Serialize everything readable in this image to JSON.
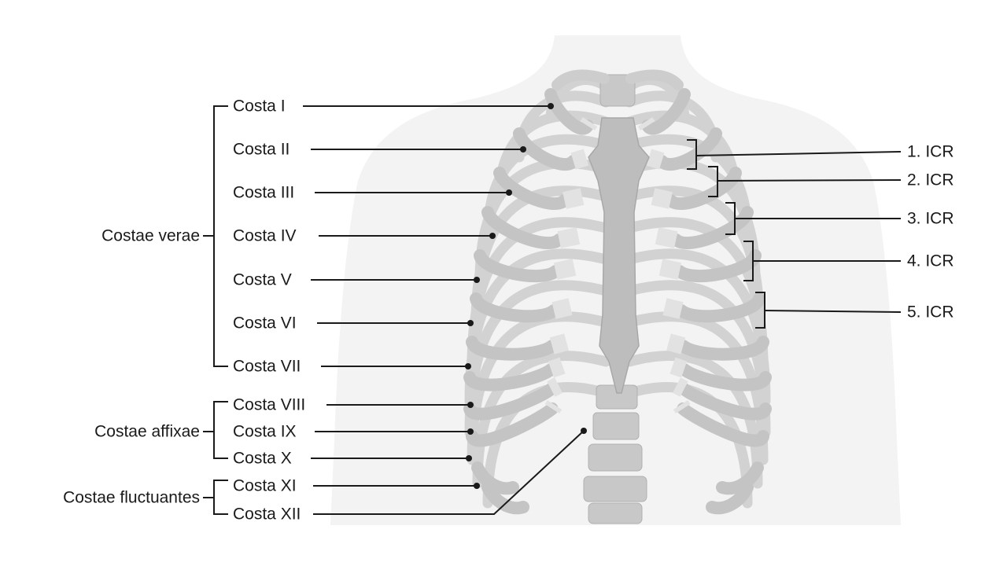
{
  "ribs": [
    {
      "label": "Costa I"
    },
    {
      "label": "Costa II"
    },
    {
      "label": "Costa III"
    },
    {
      "label": "Costa IV"
    },
    {
      "label": "Costa V"
    },
    {
      "label": "Costa VI"
    },
    {
      "label": "Costa VII"
    },
    {
      "label": "Costa VIII"
    },
    {
      "label": "Costa IX"
    },
    {
      "label": "Costa X"
    },
    {
      "label": "Costa XI"
    },
    {
      "label": "Costa XII"
    }
  ],
  "groups": [
    {
      "label": "Costae verae"
    },
    {
      "label": "Costae affixae"
    },
    {
      "label": "Costae fluctuantes"
    }
  ],
  "spaces": [
    {
      "label": "1. ICR"
    },
    {
      "label": "2. ICR"
    },
    {
      "label": "3. ICR"
    },
    {
      "label": "4. ICR"
    },
    {
      "label": "5. ICR"
    }
  ],
  "colors": {
    "bone": "#c9c9c9",
    "bone_edge": "#a9a9a9",
    "cartilage": "#e3e3e3",
    "silhouette": "#f3f3f3",
    "line": "#1a1a1a"
  }
}
